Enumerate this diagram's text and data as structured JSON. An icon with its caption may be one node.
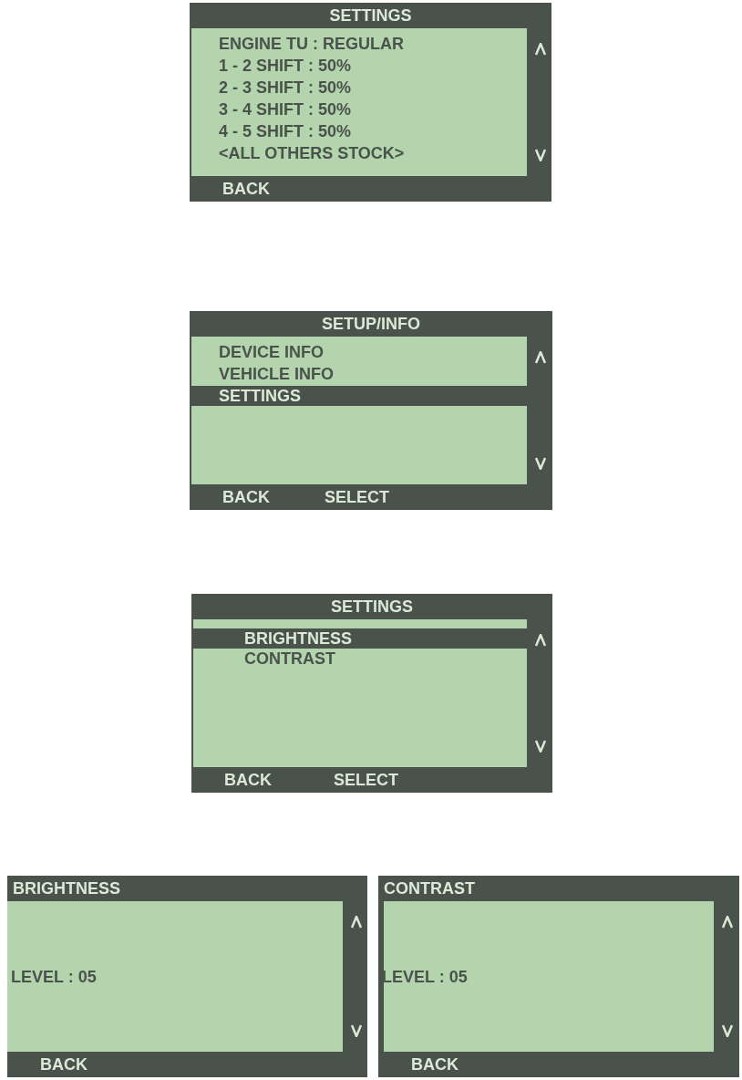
{
  "diagram": {
    "nodes": [
      {
        "text": [
          "SETTINGS",
          "ENGINE TU : REGULAR",
          "1 - 2 SHIFT : 50%",
          "2 - 3 SHIFT : 50%",
          "3 - 4 SHIFT : 50%",
          "4 - 5 SHIFT : 50%",
          "<ALL OTHERS STOCK>",
          "BACK"
        ]
      },
      {
        "text": [
          "SETUP/INFO",
          "DEVICE INFO",
          "VEHICLE INFO",
          "SETTINGS",
          "BACK",
          "SELECT"
        ]
      },
      {
        "text": [
          "SETTINGS",
          "BRIGHTNESS",
          "CONTRAST",
          "BACK",
          "SELECT"
        ]
      },
      {
        "text": [
          "BRIGHTNESS",
          "LEVEL : 05",
          "BACK"
        ]
      },
      {
        "text": [
          "CONTRAST",
          "LEVEL : 05",
          "BACK"
        ]
      }
    ]
  }
}
